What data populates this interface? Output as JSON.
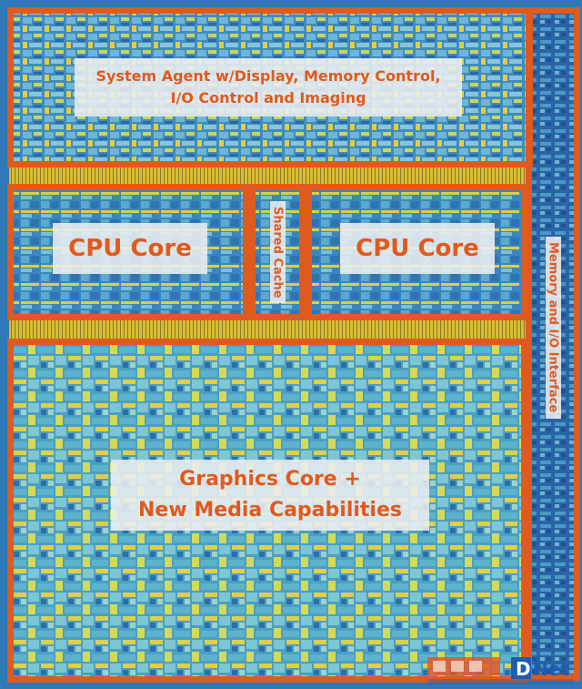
{
  "colors": {
    "accent": "#e05a1e",
    "die_light": "#5aa6c8",
    "die_dark": "#2e6ea8",
    "ring_yellow": "#e6c83c",
    "label_bg": "#ecedf0"
  },
  "regions": {
    "system_agent": {
      "label_line1": "System Agent w/Display, Memory Control,",
      "label_line2": "I/O Control and Imaging"
    },
    "cpu_core_left": {
      "label": "CPU Core"
    },
    "shared_cache": {
      "label": "Shared Cache"
    },
    "cpu_core_right": {
      "label": "CPU Core"
    },
    "memory_io": {
      "label": "Memory and I/O Interface"
    },
    "graphics": {
      "label_line1": "Graphics Core +",
      "label_line2": "New Media Capabilities"
    }
  },
  "watermark": {
    "brand": "DNet",
    "logo_name": "watermark-logo"
  }
}
